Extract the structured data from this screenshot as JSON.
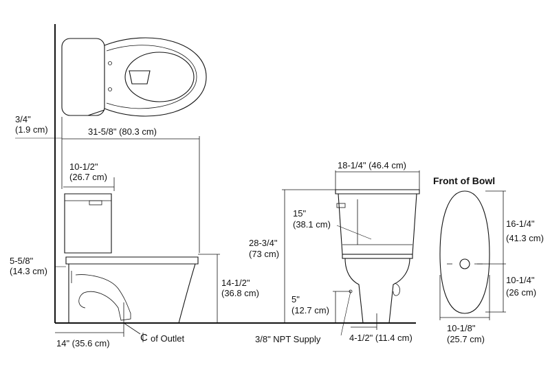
{
  "labels": {
    "wall_offset": [
      "3/4\"",
      "(1.9 cm)"
    ],
    "overall_length": "31-5/8\" (80.3 cm)",
    "tank_depth": [
      "10-1/2\"",
      "(26.7 cm)"
    ],
    "rim_to_tank": [
      "5-5/8\"",
      "(14.3 cm)"
    ],
    "rim_height": [
      "14-1/2\"",
      "(36.8 cm)"
    ],
    "rough_in": "14\" (35.6 cm)",
    "outlet_centerline": "of Outlet",
    "tank_width": "18-1/4\" (46.4 cm)",
    "tank_height": [
      "15\"",
      "(38.1 cm)"
    ],
    "overall_height": [
      "28-3/4\"",
      "(73 cm)"
    ],
    "supply_height": [
      "5\"",
      "(12.7 cm)"
    ],
    "supply_type": "3/8\" NPT Supply",
    "supply_offset": "4-1/2\" (11.4 cm)",
    "front_of_bowl_title": "Front of Bowl",
    "bowl_front_length": [
      "16-1/4\"",
      "(41.3 cm)"
    ],
    "bowl_rear_length": [
      "10-1/4\"",
      "(26 cm)"
    ],
    "bowl_width": [
      "10-1/8\"",
      "(25.7 cm)"
    ]
  }
}
